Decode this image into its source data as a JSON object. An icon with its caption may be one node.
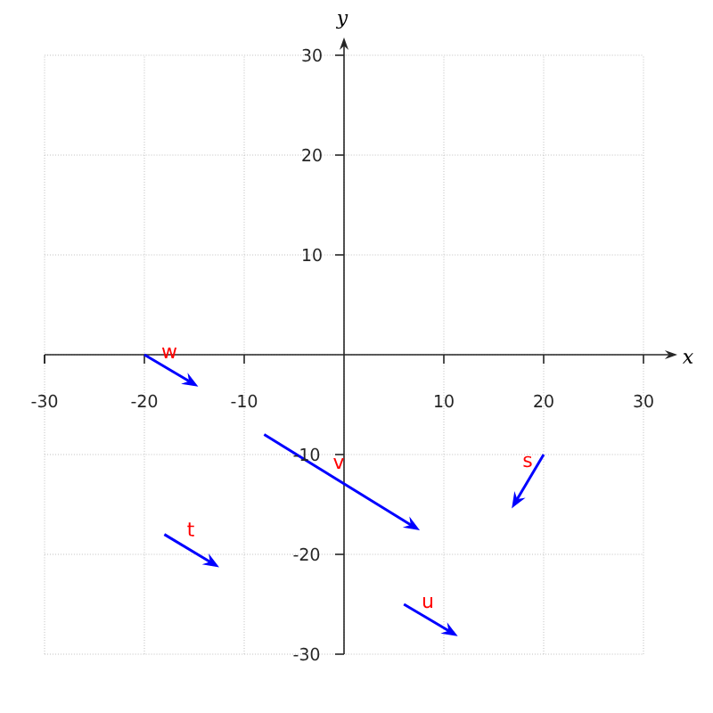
{
  "diagram": {
    "labels": [
      "y",
      "30",
      "20",
      "10",
      "x",
      "-30",
      "-20",
      "-10",
      "10",
      "20",
      "30",
      "w",
      "-10",
      "v",
      "s",
      "t",
      "-20",
      "u",
      "-30"
    ]
  }
}
